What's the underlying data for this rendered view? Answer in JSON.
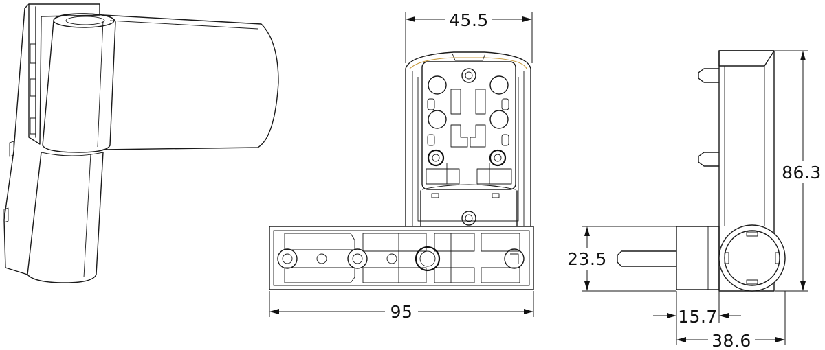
{
  "dimensions": {
    "top_width": "45.5",
    "base_width": "95",
    "pin_offset": "23.5",
    "height": "86.3",
    "barrel_offset": "15.7",
    "side_depth": "38.6"
  },
  "colors": {
    "line": "#1a1a1a",
    "accent": "#c89a3c",
    "background": "#ffffff"
  }
}
